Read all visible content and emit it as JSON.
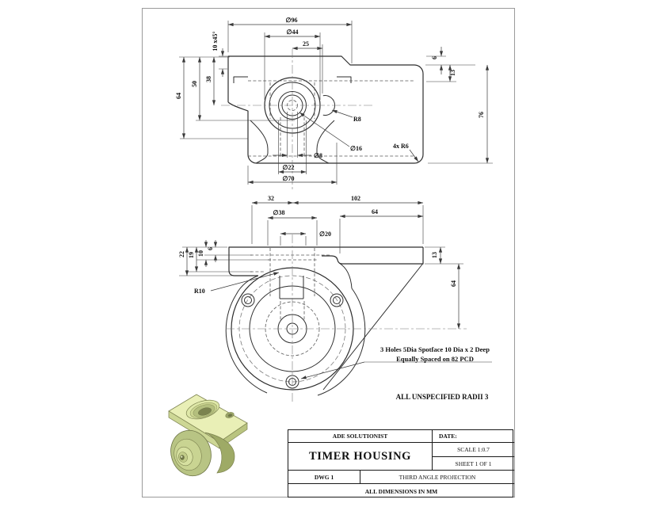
{
  "top_view": {
    "dims": {
      "d96": "∅96",
      "d44": "∅44",
      "len25": "25",
      "chamfer": "10 x45°",
      "h38": "38",
      "h50": "50",
      "h64": "64",
      "s6": "6",
      "s13": "13",
      "s76": "76",
      "d8": "∅8",
      "d22": "∅22",
      "d70": "∅70"
    },
    "callouts": {
      "r8": "R8",
      "d16": "∅16",
      "corner": "4x R6"
    }
  },
  "front_view": {
    "dims": {
      "w32": "32",
      "w102": "102",
      "d38": "∅38",
      "d20": "∅20",
      "w64": "64",
      "t22": "22",
      "t19": "19",
      "t10": "10",
      "t6": "6",
      "t13": "13",
      "v64": "64"
    },
    "callouts": {
      "r10": "R10",
      "note1": "3 Holes 5Dia Spotface 10 Dia x 2 Deep",
      "note2": "Equally Spaced on 82 PCD"
    }
  },
  "notes": {
    "radii": "ALL UNSPECIFIED RADII 3"
  },
  "title_block": {
    "company": "ADE SOLUTIONIST",
    "date_label": "DATE:",
    "title": "TIMER HOUSING",
    "scale": "SCALE 1:0.7",
    "sheet": "SHEET 1 OF 1",
    "dwg": "DWG 1",
    "projection": "THIRD ANGLE PROJECTION",
    "units": "ALL DIMENSIONS IN MM"
  },
  "iso": {
    "colors": {
      "top": "#e9efb6",
      "side": "#cdd795",
      "side_dark": "#b9c47f",
      "wheel": "#b8c484",
      "recess": "#6e7547"
    }
  }
}
